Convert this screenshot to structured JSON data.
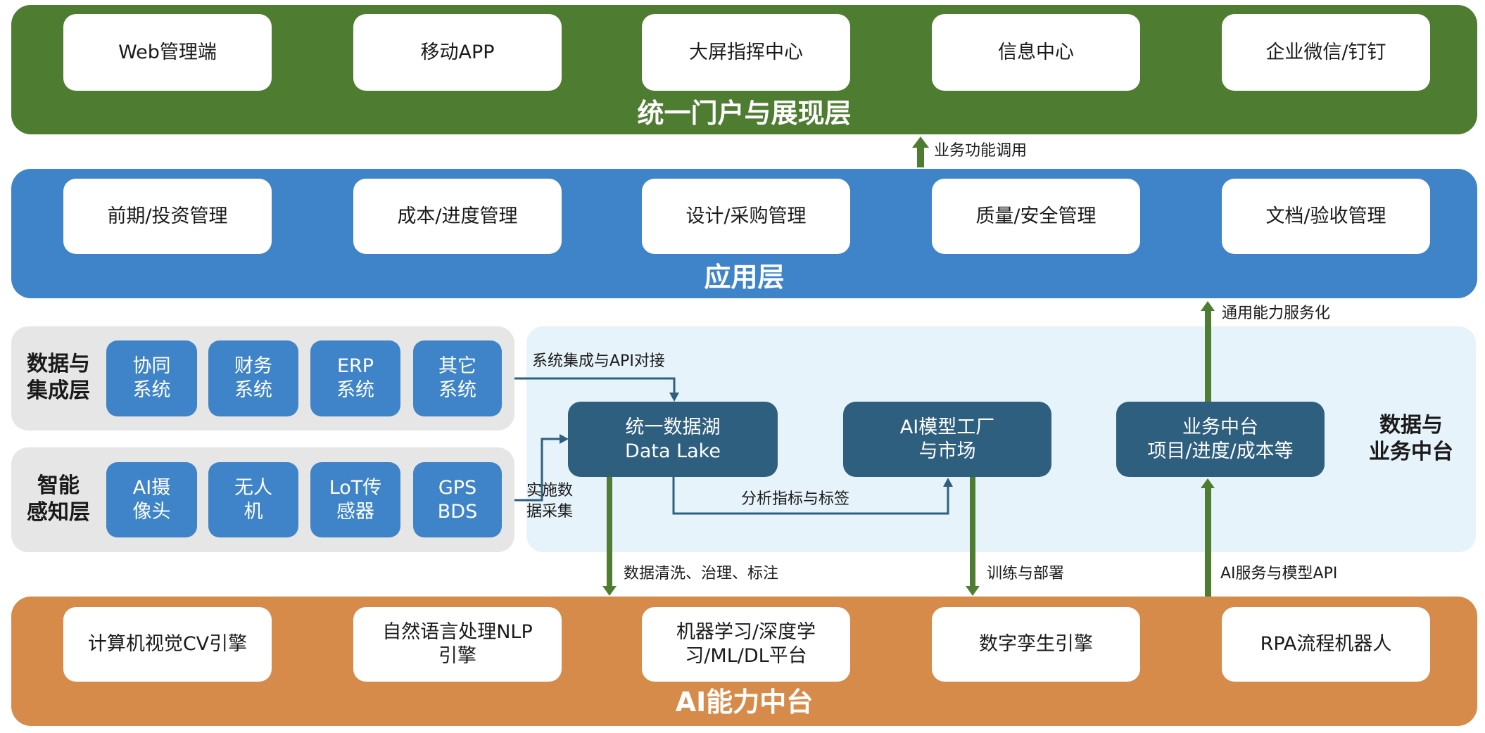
{
  "colors": {
    "portal_layer": "#4e7c31",
    "app_layer": "#3f84c8",
    "ai_layer": "#d68b4a",
    "gray_panel": "#e6e6e6",
    "platform_panel": "#e6f3fa",
    "dark_box": "#2e5f7f",
    "small_box": "#3f84c8",
    "green_arrow": "#4e7c31",
    "blue_connector": "#2e5f7f"
  },
  "portal_layer": {
    "title": "统一门户与展现层",
    "items": [
      "Web管理端",
      "移动APP",
      "大屏指挥中心",
      "信息中心",
      "企业微信/钉钉"
    ]
  },
  "app_layer": {
    "title": "应用层",
    "items": [
      "前期/投资管理",
      "成本/进度管理",
      "设计/采购管理",
      "质量/安全管理",
      "文档/验收管理"
    ]
  },
  "integration_layer": {
    "title_line1": "数据与",
    "title_line2": "集成层",
    "items": [
      {
        "line1": "协同",
        "line2": "系统"
      },
      {
        "line1": "财务",
        "line2": "系统"
      },
      {
        "line1": "ERP",
        "line2": "系统"
      },
      {
        "line1": "其它",
        "line2": "系统"
      }
    ]
  },
  "perception_layer": {
    "title_line1": "智能",
    "title_line2": "感知层",
    "items": [
      {
        "line1": "AI摄",
        "line2": "像头"
      },
      {
        "line1": "无人",
        "line2": "机"
      },
      {
        "line1": "LoT传",
        "line2": "感器"
      },
      {
        "line1": "GPS",
        "line2": "BDS"
      }
    ]
  },
  "platform": {
    "title_line1": "数据与",
    "title_line2": "业务中台",
    "data_lake": {
      "line1": "统一数据湖",
      "line2": "Data Lake"
    },
    "ai_factory": {
      "line1": "AI模型工厂",
      "line2": "与市场"
    },
    "business": {
      "line1": "业务中台",
      "line2": "项目/进度/成本等"
    }
  },
  "ai_layer": {
    "title": "AI能力中台",
    "items": [
      {
        "line1": "计算机视觉CV引擎",
        "line2": ""
      },
      {
        "line1": "自然语言处理NLP",
        "line2": "引擎"
      },
      {
        "line1": "机器学习/深度学",
        "line2": "习/ML/DL平台"
      },
      {
        "line1": "数字孪生引擎",
        "line2": ""
      },
      {
        "line1": "RPA流程机器人",
        "line2": ""
      }
    ]
  },
  "connectors": {
    "business_call": "业务功能调用",
    "general_service": "通用能力服务化",
    "system_integration": "系统集成与API对接",
    "data_collection_line1": "实施数",
    "data_collection_line2": "据采集",
    "analysis_tags": "分析指标与标签",
    "data_cleaning": "数据清洗、治理、标注",
    "train_deploy": "训练与部署",
    "ai_service_api": "AI服务与模型API"
  }
}
